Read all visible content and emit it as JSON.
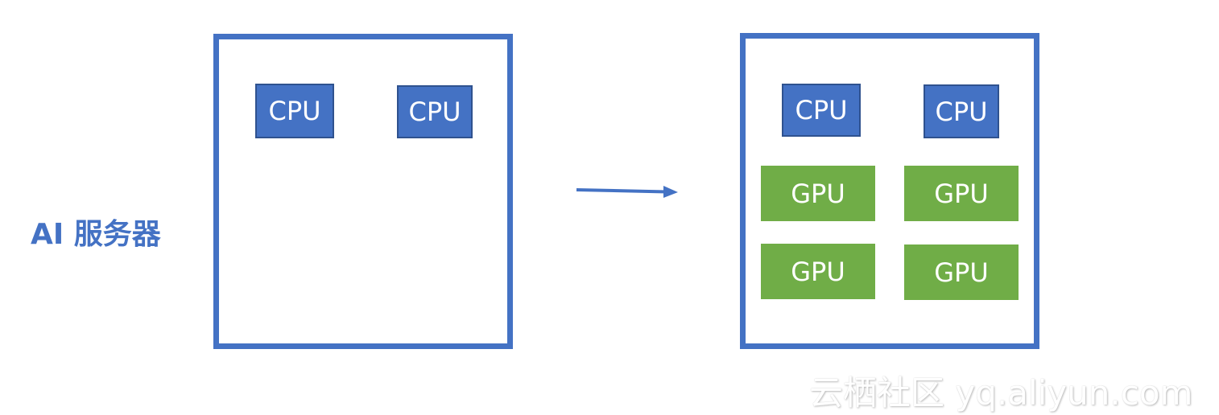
{
  "diagram": {
    "label": "AI 服务器",
    "before": {
      "chips": [
        "CPU",
        "CPU"
      ]
    },
    "after": {
      "cpus": [
        "CPU",
        "CPU"
      ],
      "gpus": [
        "GPU",
        "GPU",
        "GPU",
        "GPU"
      ]
    },
    "colors": {
      "server_border": "#4472C4",
      "cpu": "#4472C4",
      "gpu": "#70AD47",
      "arrow": "#4472C4"
    }
  },
  "watermark": "云栖社区 yq.aliyun.com"
}
